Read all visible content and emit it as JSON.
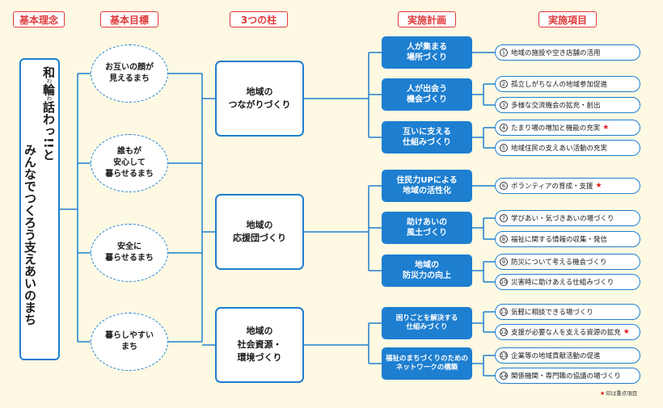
{
  "headers": {
    "concept": "基本理念",
    "goals": "基本目標",
    "pillars": "3つの柱",
    "plans": "実施計画",
    "items": "実施項目"
  },
  "concept": {
    "col1_prefix": "和",
    "col1_ruby1": "わ",
    "col1_mid": "輪",
    "col1_ruby2": "わ",
    "col1_suffix": "話わっ!!と",
    "col2": "みんなでつくろう支えあいのまち"
  },
  "goals": [
    "お互いの顔が\n見えるまち",
    "誰もが\n安心して\n暮らせるまち",
    "安全に\n暮らせるまち",
    "暮らしやすい\nまち"
  ],
  "pillars": [
    "地域の\nつながりづくり",
    "地域の\n応援団づくり",
    "地域の\n社会資源・\n環境づくり"
  ],
  "plans": [
    "人が集まる\n場所づくり",
    "人が出会う\n機会づくり",
    "互いに支える\n仕組みづくり",
    "住民力UPによる\n地域の活性化",
    "助けあいの\n風土づくり",
    "地域の\n防災力の向上",
    "困りごとを解決する\n仕組みづくり",
    "福祉のまちづくりのための\nネットワークの構築"
  ],
  "items": [
    {
      "num": "1",
      "text": "地域の施設や空き店舗の活用",
      "star": ""
    },
    {
      "num": "2",
      "text": "孤立しがちな人の地域参加促進",
      "star": ""
    },
    {
      "num": "3",
      "text": "多様な交流機会の拡充・創出",
      "star": ""
    },
    {
      "num": "4",
      "text": "たまり場の増加と機能の充実",
      "star": "★"
    },
    {
      "num": "5",
      "text": "地域住民の支えあい活動の充実",
      "star": ""
    },
    {
      "num": "6",
      "text": "ボランティアの育成・支援",
      "star": "★"
    },
    {
      "num": "7",
      "text": "学びあい・気づきあいの場づくり",
      "star": ""
    },
    {
      "num": "8",
      "text": "福祉に関する情報の収集・発信",
      "star": ""
    },
    {
      "num": "9",
      "text": "防災について考える機会づくり",
      "star": ""
    },
    {
      "num": "10",
      "text": "災害時に助けあえる仕組みづくり",
      "star": ""
    },
    {
      "num": "11",
      "text": "気軽に相談できる場づくり",
      "star": ""
    },
    {
      "num": "12",
      "text": "支援が必要な人を支える資源の拡充",
      "star": "★"
    },
    {
      "num": "13",
      "text": "企業等の地域貢献活動の促進",
      "star": ""
    },
    {
      "num": "14",
      "text": "関係機関・専門職の協議の場づくり",
      "star": ""
    }
  ],
  "note": {
    "star": "★",
    "text": "印は重点項目"
  },
  "colors": {
    "accent": "#1e7fd0",
    "header": "#e03a3a",
    "star": "#e02020",
    "background": "#fdf9e3"
  }
}
